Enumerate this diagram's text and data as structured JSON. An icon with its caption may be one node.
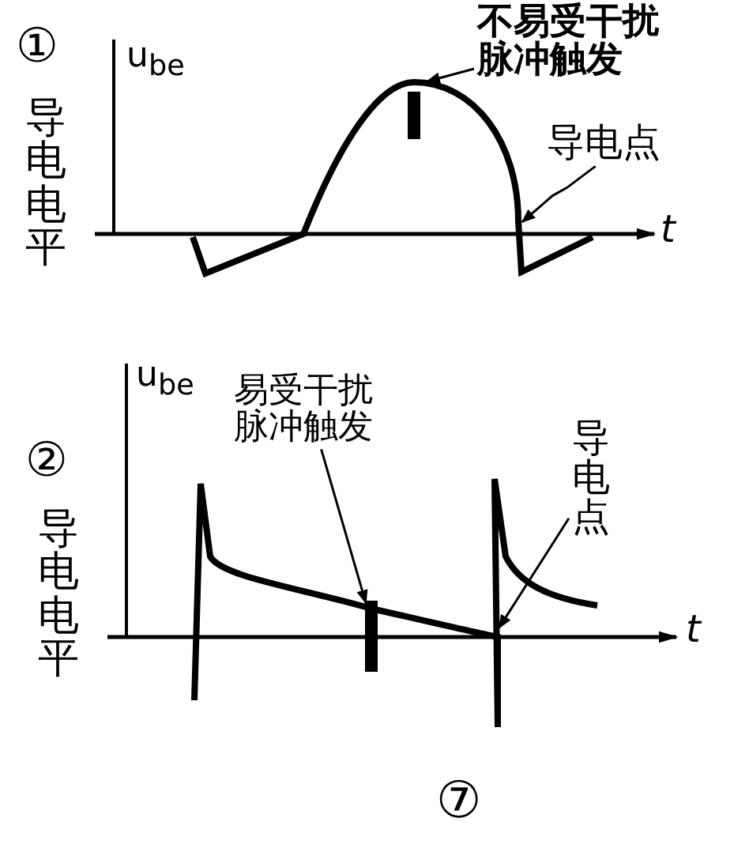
{
  "diagram": {
    "nodes": [
      {
        "text": [
          "不易受干扰脉冲触发"
        ]
      },
      {
        "text": [
          "导电点"
        ]
      },
      {
        "text": [
          "易受干扰脉冲触发"
        ]
      },
      {
        "text": [
          "导电点"
        ]
      },
      {
        "text": [],
        "shape": "curve"
      },
      {
        "text": [],
        "shape": "curve"
      }
    ],
    "edges": [
      {
        "from": 0,
        "to": 4,
        "arrow": "to"
      },
      {
        "from": 1,
        "to": 4,
        "arrow": "to"
      },
      {
        "from": 2,
        "to": 5,
        "arrow": "to"
      },
      {
        "from": 3,
        "to": 5,
        "arrow": "to"
      }
    ],
    "labels": [
      "①",
      "u$_{be}$",
      "导电电平",
      "t",
      "②",
      "u$_{be}$",
      "导电电平",
      "t",
      "⑦"
    ]
  }
}
